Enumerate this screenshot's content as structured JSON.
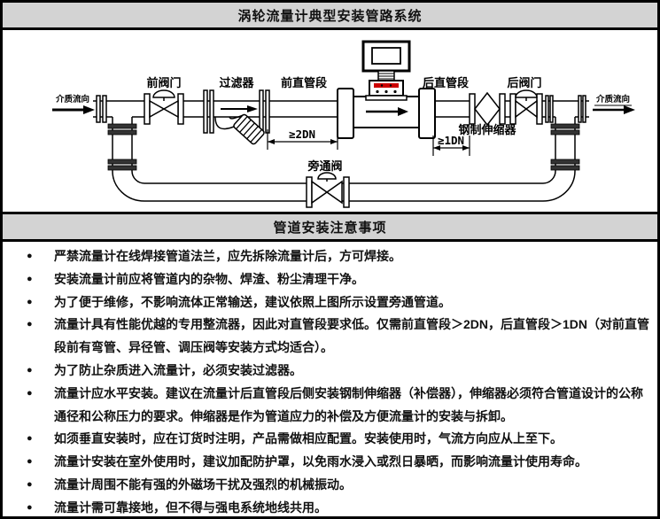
{
  "title": "涡轮流量计典型安装管路系统",
  "notes_header": "管道安装注意事项",
  "diagram": {
    "flow_in_label": "介质流向",
    "flow_out_label": "介质流向",
    "front_valve_label": "前阀门",
    "filter_label": "过滤器",
    "front_straight_label": "前直管段",
    "rear_straight_label": "后直管段",
    "rear_valve_label": "后阀门",
    "expansion_joint_label": "钢制伸缩器",
    "bypass_valve_label": "旁通阀",
    "front_dim_label": "≥2DN",
    "rear_dim_label": "≥1DN"
  },
  "notes": [
    "严禁流量计在线焊接管道法兰，应先拆除流量计后，方可焊接。",
    "安装流量计前应将管道内的杂物、焊渣、粉尘清理干净。",
    "为了便于维修，不影响流体正常输送，建议依照上图所示设置旁通管道。",
    "流量计具有性能优越的专用整流器，因此对直管段要求低。仅需前直管段＞2DN，后直管段＞1DN（对前直管段前有弯管、异径管、调压阀等安装方式均适合）。",
    "为了防止杂质进入流量计，必须安装过滤器。",
    "流量计应水平安装。建议在流量计后直管段后侧安装钢制伸缩器（补偿器），伸缩器必须符合管道设计的公称通径和公称压力的要求。伸缩器是作为管道应力的补偿及方便流量计的安装与拆卸。",
    "如须垂直安装时，应在订货时注明，产品需做相应配置。安装使用时，气流方向应从上至下。",
    "流量计安装在室外使用时，建议加配防护罩，以免雨水浸入或烈日暴晒，而影响流量计使用寿命。",
    "流量计周围不能有强的外磁场干扰及强烈的机械振动。",
    "流量计需可靠接地，但不得与强电系统地线共用。"
  ],
  "colors": {
    "header_bg": "#d3d3d3",
    "line": "#000000",
    "meter_display_red": "#cc0000"
  }
}
